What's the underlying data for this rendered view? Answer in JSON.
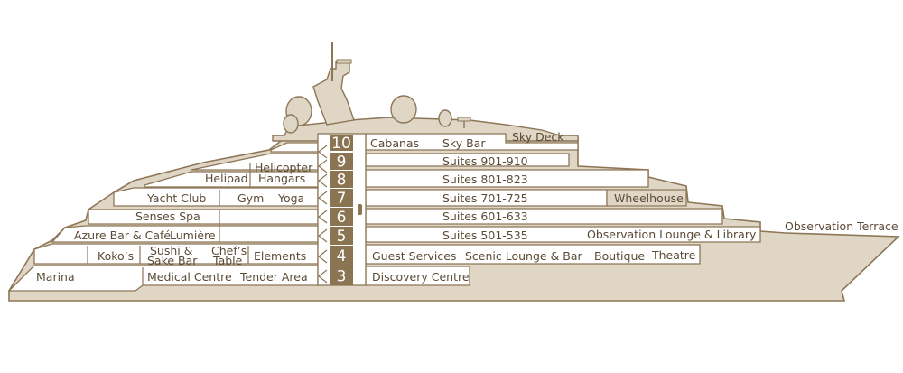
{
  "colors": {
    "outline": "#8c7656",
    "hull": "#e0d6c6",
    "deck_fill": "#ffffff",
    "deck_number_bg": "#8a7452",
    "text": "#5a4a35"
  },
  "decks": [
    {
      "number": "10"
    },
    {
      "number": "9"
    },
    {
      "number": "8"
    },
    {
      "number": "7"
    },
    {
      "number": "6"
    },
    {
      "number": "5"
    },
    {
      "number": "4"
    },
    {
      "number": "3"
    }
  ],
  "venues": {
    "sky_deck": "Sky Deck",
    "cabanas": "Cabanas",
    "sky_bar": "Sky Bar",
    "suites_9": "Suites 901-910",
    "helicopter_hangars_1": "Helicopter",
    "helicopter_hangars_2": "Hangars",
    "helipad": "Helipad",
    "suites_8": "Suites 801-823",
    "yacht_club": "Yacht Club",
    "gym": "Gym",
    "yoga": "Yoga",
    "suites_7": "Suites 701-725",
    "wheelhouse": "Wheelhouse",
    "senses_spa": "Senses Spa",
    "suites_6": "Suites 601-633",
    "observation_terrace": "Observation Terrace",
    "azure_bar": "Azure Bar & Café",
    "lumiere": "Lumière",
    "suites_5": "Suites 501-535",
    "observation_lounge": "Observation Lounge & Library",
    "kokos": "Koko’s",
    "sushi_1": "Sushi &",
    "sushi_2": "Sake Bar",
    "chefs_table_1": "Chef’s",
    "chefs_table_2": "Table",
    "elements": "Elements",
    "guest_services": "Guest Services",
    "scenic_lounge": "Scenic Lounge & Bar",
    "boutique": "Boutique",
    "theatre": "Theatre",
    "marina": "Marina",
    "medical_centre": "Medical Centre",
    "tender_area": "Tender Area",
    "discovery_centre": "Discovery Centre"
  }
}
